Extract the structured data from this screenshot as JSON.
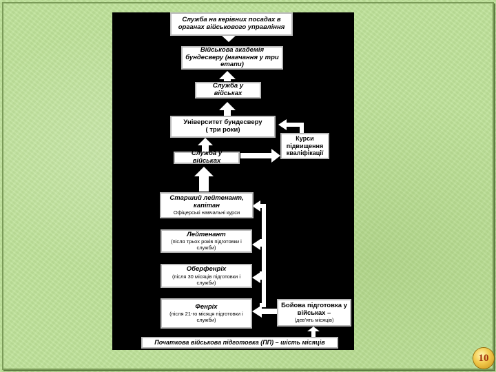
{
  "boxes": {
    "top_service": "Служба на керівних посадах в органах військового управління",
    "academy": "Військова академія бундесверу (навчання у три етапи)",
    "service_top": "Служба у військах",
    "university_title": "Університет бундесверу",
    "university_sub": "( три роки)",
    "courses": "Курси підвищення кваліфікації",
    "service_mid": "Служба у військах",
    "senior_title": "Старший лейтенант, капітан",
    "senior_sub": "Офіцерські навчальні курси",
    "lieutenant_title": "Лейтенант",
    "lieutenant_sub": "(після трьох років підготовки і служби)",
    "oberfenrich_title": "Оберфенріх",
    "oberfenrich_sub": "(після 30 місяців підготовки і служби)",
    "fenrich_title": "Фенріх",
    "fenrich_sub": "(після 21-го місяця підготовки і служби)",
    "combat_title": "Бойова підготовка у військах –",
    "combat_sub": "(дев'ять місяців)",
    "initial": "Початкова військова підготовка (ПП) – шість місяців"
  },
  "page_number": "10",
  "colors": {
    "background": "#bfe39a",
    "panel": "#000000",
    "box": "#ffffff",
    "arrow": "#ffffff",
    "badge": "#f2c94c"
  }
}
